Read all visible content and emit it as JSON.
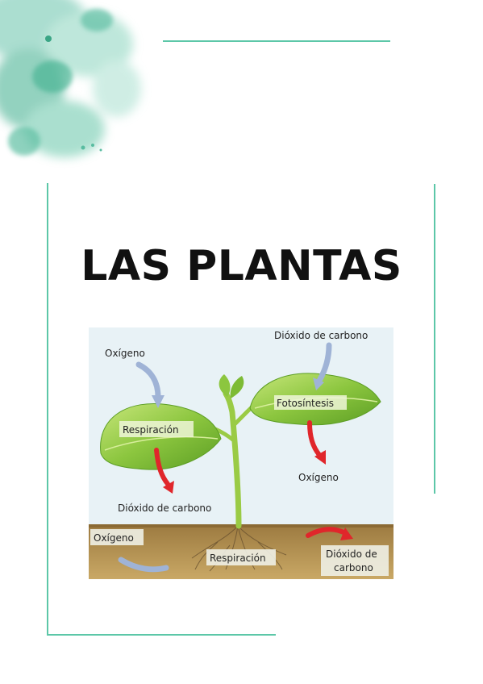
{
  "document": {
    "title": "LAS PLANTAS",
    "accent_color": "#5cc7a8"
  },
  "figure": {
    "labels": {
      "top_right_co2": "Dióxido de carbono",
      "top_left_oxygen": "Oxígeno",
      "left_leaf_process": "Respiración",
      "right_leaf_process": "Fotosíntesis",
      "right_oxygen": "Oxígeno",
      "left_co2": "Dióxido de carbono",
      "soil_oxygen": "Oxígeno",
      "root_process": "Respiración",
      "soil_co2_line1": "Dióxido de",
      "soil_co2_line2": "carbono"
    },
    "colors": {
      "sky": "#e8f2f6",
      "soil": "#a9844a",
      "leaf": "#8cc63f",
      "stem": "#9acb45",
      "in_arrow": "#9fb3d6",
      "out_arrow": "#e0262b"
    }
  }
}
